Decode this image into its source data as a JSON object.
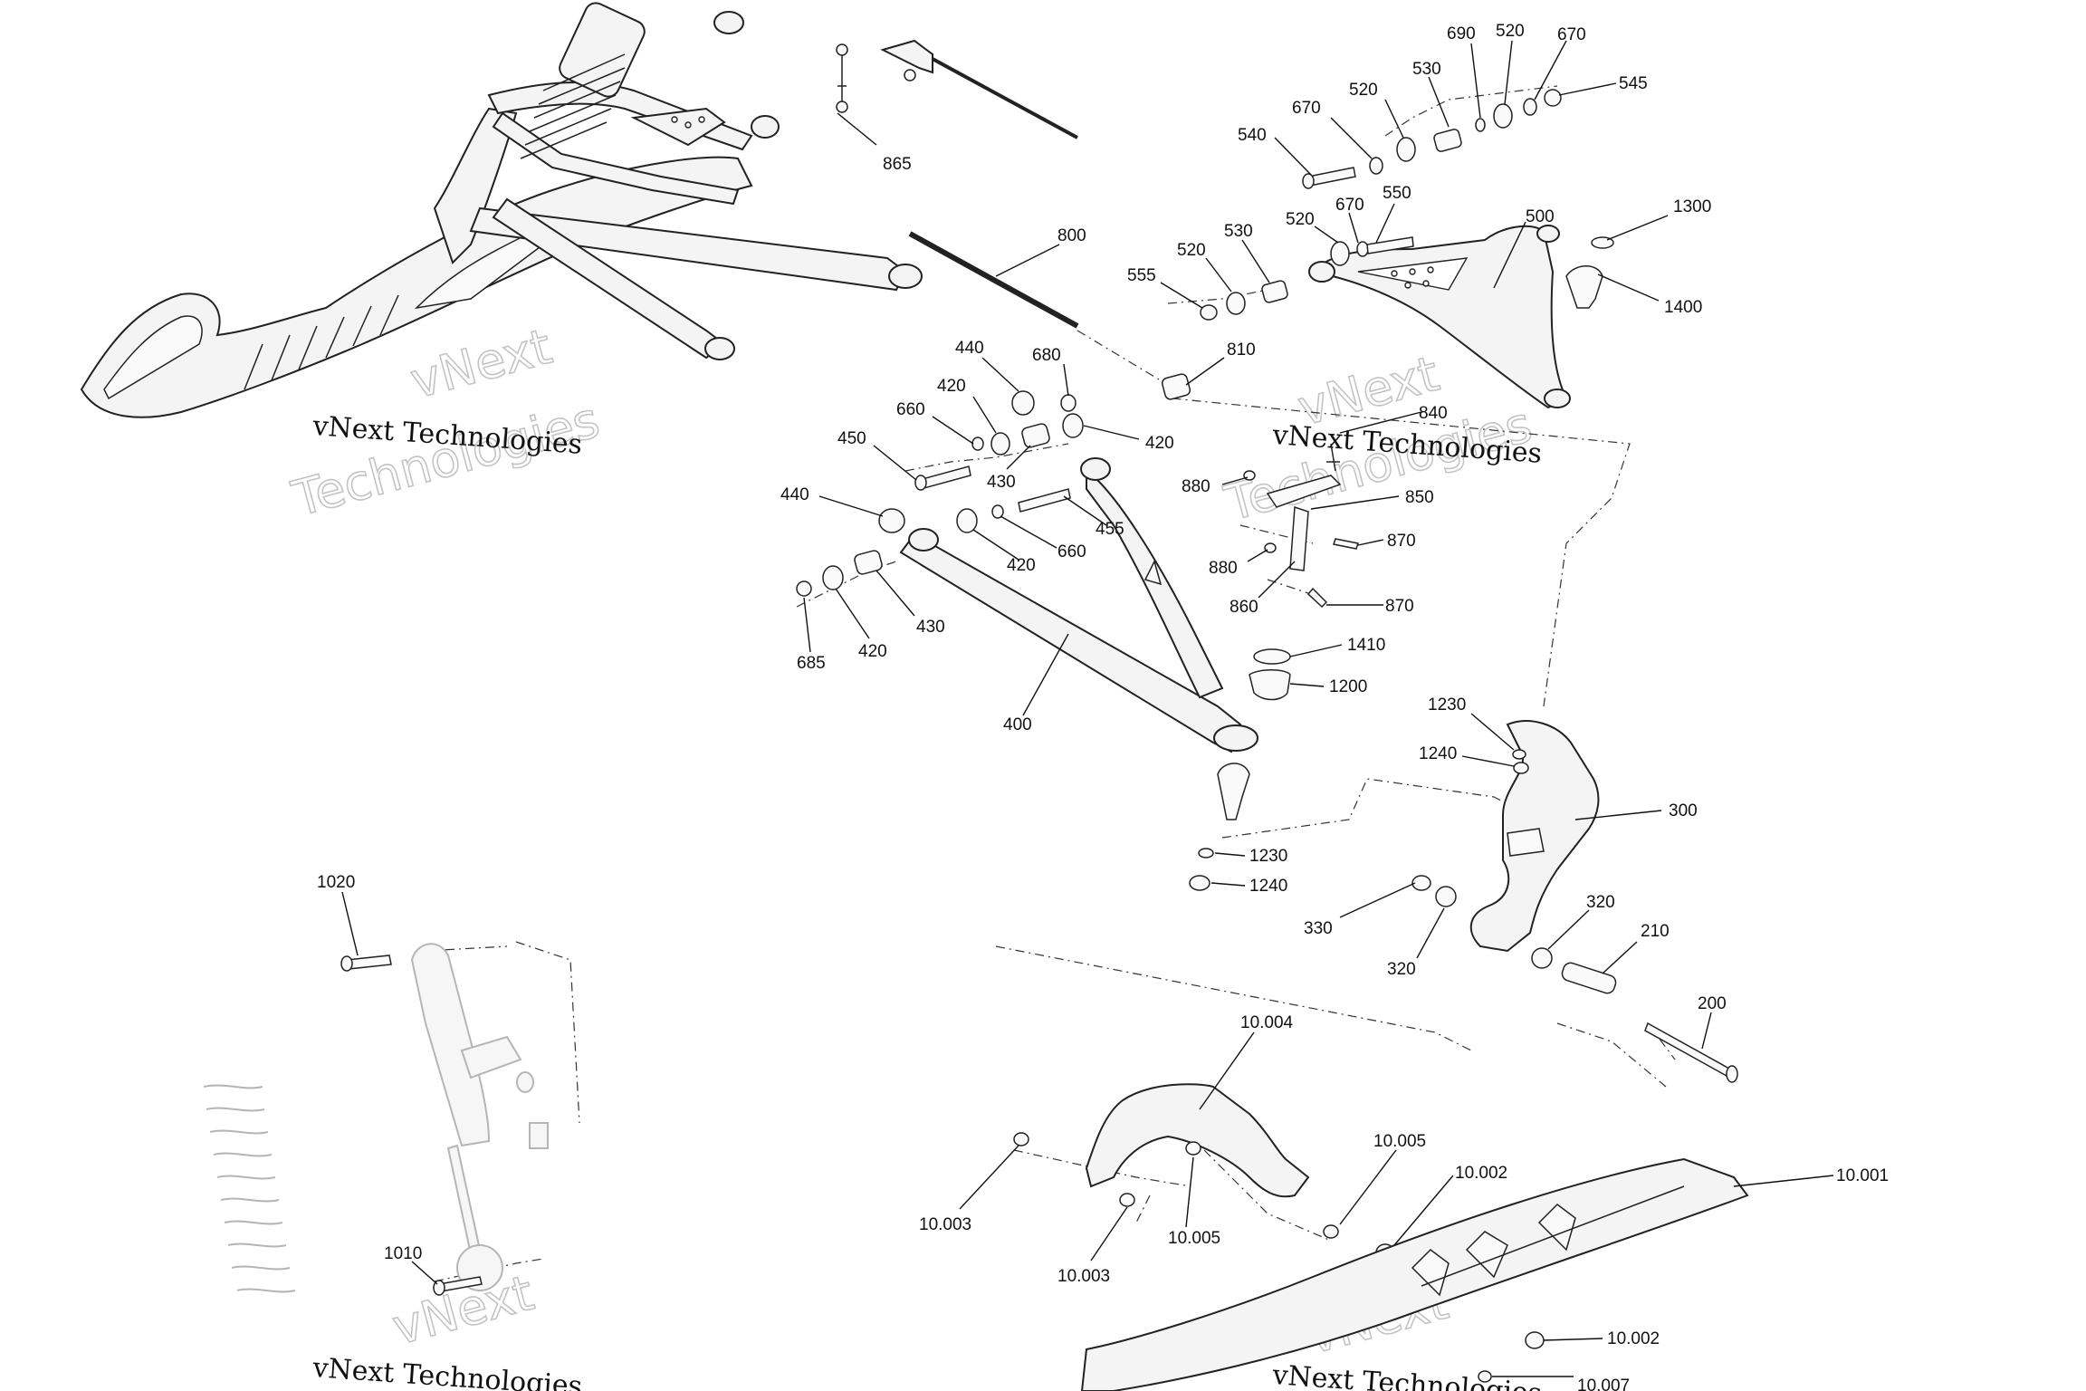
{
  "watermark": {
    "line1": "vNext",
    "line2": "Technologies",
    "full": "vNext Technologies"
  },
  "labels": [
    {
      "id": "l865",
      "text": "865"
    },
    {
      "id": "l800",
      "text": "800"
    },
    {
      "id": "l690",
      "text": "690"
    },
    {
      "id": "l520a",
      "text": "520"
    },
    {
      "id": "l670a",
      "text": "670"
    },
    {
      "id": "l545",
      "text": "545"
    },
    {
      "id": "l530a",
      "text": "530"
    },
    {
      "id": "l670b",
      "text": "670"
    },
    {
      "id": "l520b",
      "text": "520"
    },
    {
      "id": "l540",
      "text": "540"
    },
    {
      "id": "l670c",
      "text": "670"
    },
    {
      "id": "l550",
      "text": "550"
    },
    {
      "id": "l520c",
      "text": "520"
    },
    {
      "id": "l500",
      "text": "500"
    },
    {
      "id": "l1300",
      "text": "1300"
    },
    {
      "id": "l530b",
      "text": "530"
    },
    {
      "id": "l520d",
      "text": "520"
    },
    {
      "id": "l555",
      "text": "555"
    },
    {
      "id": "l1400",
      "text": "1400"
    },
    {
      "id": "l810",
      "text": "810"
    },
    {
      "id": "l440a",
      "text": "440"
    },
    {
      "id": "l680",
      "text": "680"
    },
    {
      "id": "l420a",
      "text": "420"
    },
    {
      "id": "l660a",
      "text": "660"
    },
    {
      "id": "l420b",
      "text": "420"
    },
    {
      "id": "l450",
      "text": "450"
    },
    {
      "id": "l430a",
      "text": "430"
    },
    {
      "id": "l840",
      "text": "840"
    },
    {
      "id": "l880a",
      "text": "880"
    },
    {
      "id": "l850",
      "text": "850"
    },
    {
      "id": "l440b",
      "text": "440"
    },
    {
      "id": "l455",
      "text": "455"
    },
    {
      "id": "l660b",
      "text": "660"
    },
    {
      "id": "l420c",
      "text": "420"
    },
    {
      "id": "l870a",
      "text": "870"
    },
    {
      "id": "l880b",
      "text": "880"
    },
    {
      "id": "l430b",
      "text": "430"
    },
    {
      "id": "l860",
      "text": "860"
    },
    {
      "id": "l870b",
      "text": "870"
    },
    {
      "id": "l685",
      "text": "685"
    },
    {
      "id": "l420d",
      "text": "420"
    },
    {
      "id": "l1410",
      "text": "1410"
    },
    {
      "id": "l1200",
      "text": "1200"
    },
    {
      "id": "l400",
      "text": "400"
    },
    {
      "id": "l1230a",
      "text": "1230"
    },
    {
      "id": "l1240a",
      "text": "1240"
    },
    {
      "id": "l300",
      "text": "300"
    },
    {
      "id": "l1230b",
      "text": "1230"
    },
    {
      "id": "l1240b",
      "text": "1240"
    },
    {
      "id": "l1020",
      "text": "1020"
    },
    {
      "id": "l330",
      "text": "330"
    },
    {
      "id": "l320a",
      "text": "320"
    },
    {
      "id": "l320b",
      "text": "320"
    },
    {
      "id": "l210",
      "text": "210"
    },
    {
      "id": "l200",
      "text": "200"
    },
    {
      "id": "l10004",
      "text": "10.004"
    },
    {
      "id": "l10005a",
      "text": "10.005"
    },
    {
      "id": "l10001",
      "text": "10.001"
    },
    {
      "id": "l10002a",
      "text": "10.002"
    },
    {
      "id": "l10003a",
      "text": "10.003"
    },
    {
      "id": "l10005b",
      "text": "10.005"
    },
    {
      "id": "l10003b",
      "text": "10.003"
    },
    {
      "id": "l1010",
      "text": "1010"
    },
    {
      "id": "l10002b",
      "text": "10.002"
    },
    {
      "id": "l10007",
      "text": "10.007"
    }
  ]
}
